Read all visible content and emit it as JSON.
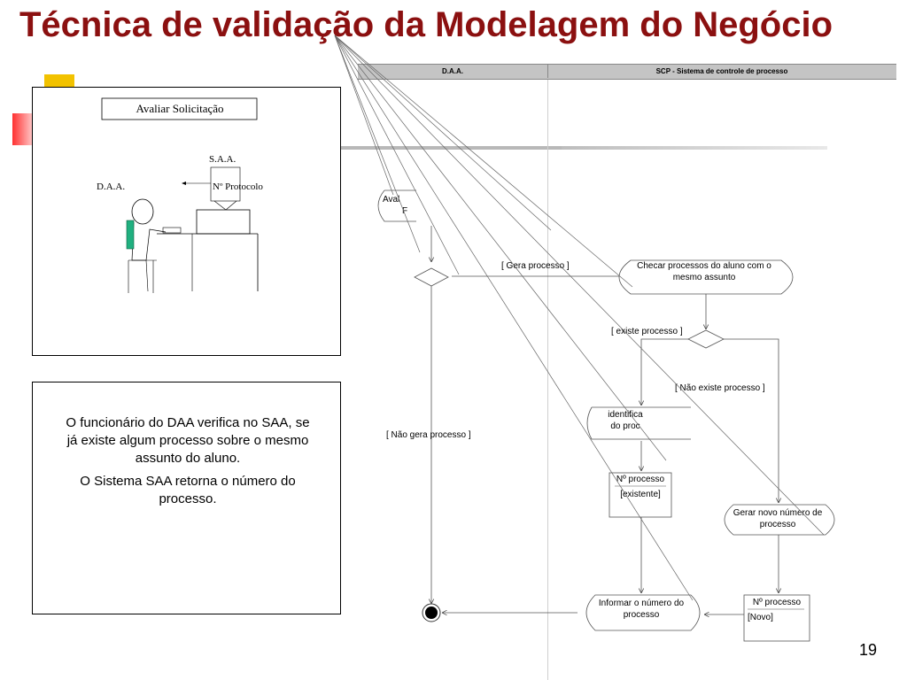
{
  "title": "Técnica de validação da Modelagem do Negócio",
  "page_number": "19",
  "swimlanes": {
    "lane1": "D.A.A.",
    "lane2": "SCP - Sistema de controle de processo"
  },
  "illustration": {
    "activity_box": "Avaliar Solicitação",
    "system_label": "S.A.A.",
    "actor_label": "D.A.A.",
    "screen_label": "Nº Protocolo"
  },
  "description": {
    "paragraph1": "O funcionário do DAA verifica no SAA, se já existe algum processo sobre o mesmo assunto do aluno.",
    "paragraph2": "O Sistema SAA retorna o número do processo."
  },
  "activity_diagram": {
    "avaliar_partial_line1": "Aval",
    "avaliar_partial_line2": "F",
    "checar": "Checar processos do aluno com o mesmo assunto",
    "identifica_line1": "identifica",
    "identifica_line2": "do proc",
    "gerar_novo": "Gerar novo número de processo",
    "informar": "Informar o número do processo",
    "obj1_name": "Nº processo",
    "obj1_state": "[existente]",
    "obj2_name": "Nº processo",
    "obj2_state": "[Novo]",
    "guard_gera": "[ Gera processo ]",
    "guard_nao_gera": "[ Não gera processo ]",
    "guard_existe": "[ existe processo ]",
    "guard_nao_existe": "[ Não existe processo ]"
  }
}
